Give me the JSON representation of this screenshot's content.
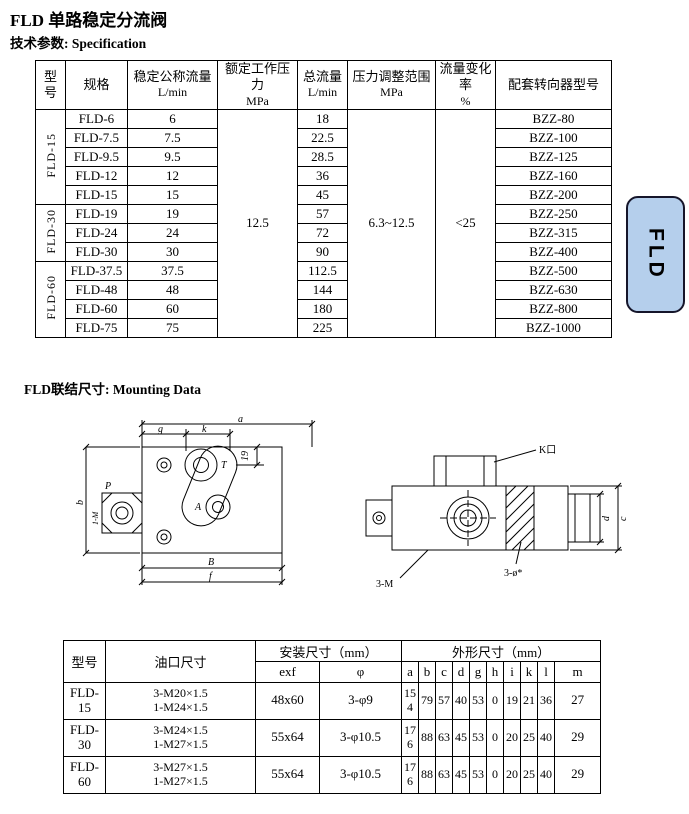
{
  "title": "FLD 单路稳定分流阀",
  "fld_tab": {
    "label": "FLD",
    "fill": "#b5cfec"
  },
  "spec": {
    "heading": "技术参数: Specification",
    "headers": {
      "model": "型号",
      "size": "规格",
      "nominal_flow_name": "稳定公称流量",
      "nominal_flow_unit": "L/min",
      "rated_pressure_name": "额定工作压力",
      "rated_pressure_unit": "MPa",
      "total_flow_name": "总流量",
      "total_flow_unit": "L/min",
      "pressure_range_name": "压力调整范围",
      "pressure_range_unit": "MPa",
      "flow_variation_name": "流量变化率",
      "flow_variation_unit": "%",
      "steering_model": "配套转向器型号"
    },
    "shared": {
      "rated_pressure": "12.5",
      "pressure_range": "6.3~12.5",
      "flow_variation": "<25"
    },
    "groups": [
      {
        "label": "FLD-15"
      },
      {
        "label": "FLD-30"
      },
      {
        "label": "FLD-60"
      }
    ],
    "rows": [
      {
        "size": "FLD-6",
        "flow": "6",
        "total": "18",
        "steering": "BZZ-80"
      },
      {
        "size": "FLD-7.5",
        "flow": "7.5",
        "total": "22.5",
        "steering": "BZZ-100"
      },
      {
        "size": "FLD-9.5",
        "flow": "9.5",
        "total": "28.5",
        "steering": "BZZ-125"
      },
      {
        "size": "FLD-12",
        "flow": "12",
        "total": "36",
        "steering": "BZZ-160"
      },
      {
        "size": "FLD-15",
        "flow": "15",
        "total": "45",
        "steering": "BZZ-200"
      },
      {
        "size": "FLD-19",
        "flow": "19",
        "total": "57",
        "steering": "BZZ-250"
      },
      {
        "size": "FLD-24",
        "flow": "24",
        "total": "72",
        "steering": "BZZ-315"
      },
      {
        "size": "FLD-30",
        "flow": "30",
        "total": "90",
        "steering": "BZZ-400"
      },
      {
        "size": "FLD-37.5",
        "flow": "37.5",
        "total": "112.5",
        "steering": "BZZ-500"
      },
      {
        "size": "FLD-48",
        "flow": "48",
        "total": "144",
        "steering": "BZZ-630"
      },
      {
        "size": "FLD-60",
        "flow": "60",
        "total": "180",
        "steering": "BZZ-800"
      },
      {
        "size": "FLD-75",
        "flow": "75",
        "total": "225",
        "steering": "BZZ-1000"
      }
    ]
  },
  "mounting": {
    "heading": "FLD联结尺寸: Mounting Data",
    "left_labels": {
      "dim_a": "a",
      "dim_g": "g",
      "dim_k": "k",
      "dim_i19": "19",
      "dim_b": "b",
      "thread": "1-M",
      "port_p": "P",
      "port_t": "T",
      "port_a": "A",
      "port_b": "B",
      "dim_f": "f"
    },
    "right_labels": {
      "k_port": "K口",
      "thread": "3-M",
      "holes": "3-ø*",
      "dim_c": "c",
      "dim_d": "d"
    }
  },
  "mounting_table": {
    "headers": {
      "model": "型号",
      "oil_port": "油口尺寸",
      "install": "安装尺寸（mm）",
      "exf": "exf",
      "phi": "φ",
      "outline": "外形尺寸（mm）",
      "letters": [
        "a",
        "b",
        "c",
        "d",
        "g",
        "h",
        "i",
        "k",
        "l",
        "m"
      ]
    },
    "rows": [
      {
        "model": "FLD-15",
        "oil_port": "3-M20×1.5\n1-M24×1.5",
        "exf": "48x60",
        "phi": "3-φ9",
        "a": "154",
        "b": "79",
        "c": "57",
        "d": "40",
        "g": "53",
        "h": "0",
        "i": "19",
        "k": "21",
        "l": "36",
        "m": "27"
      },
      {
        "model": "FLD-30",
        "oil_port": "3-M24×1.5\n1-M27×1.5",
        "exf": "55x64",
        "phi": "3-φ10.5",
        "a": "176",
        "b": "88",
        "c": "63",
        "d": "45",
        "g": "53",
        "h": "0",
        "i": "20",
        "k": "25",
        "l": "40",
        "m": "29"
      },
      {
        "model": "FLD-60",
        "oil_port": "3-M27×1.5\n1-M27×1.5",
        "exf": "55x64",
        "phi": "3-φ10.5",
        "a": "176",
        "b": "88",
        "c": "63",
        "d": "45",
        "g": "53",
        "h": "0",
        "i": "20",
        "k": "25",
        "l": "40",
        "m": "29"
      }
    ]
  }
}
